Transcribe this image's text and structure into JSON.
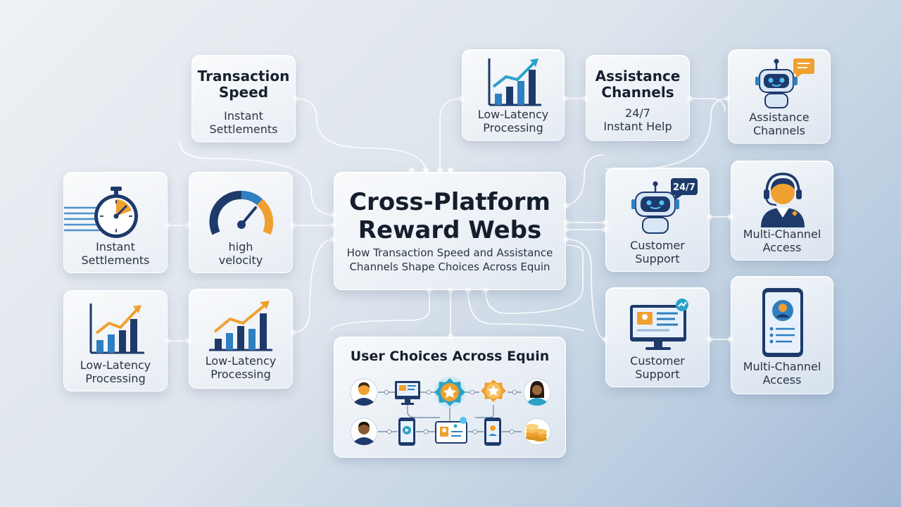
{
  "hub": {
    "title_line1": "Cross-Platform",
    "title_line2": "Reward Webs",
    "subtitle": "How Transaction Speed and Assistance Channels Shape Choices Across Equin"
  },
  "cards": {
    "transaction_speed": {
      "title_line1": "Transaction",
      "title_line2": "Speed",
      "text_line1": "Instant",
      "text_line2": "Settlements"
    },
    "instant_settlements": {
      "label_line1": "Instant",
      "label_line2": "Settlements",
      "icon": "stopwatch-icon"
    },
    "high_velocity": {
      "label_line1": "high",
      "label_line2": "velocity",
      "icon": "speedometer-icon"
    },
    "low_latency_left": {
      "label_line1": "Low-Latency",
      "label_line2": "Processing",
      "icon": "bar-chart-icon"
    },
    "low_latency_mid": {
      "label_line1": "Low-Latency",
      "label_line2": "Processing",
      "icon": "bar-chart-icon"
    },
    "low_latency_top": {
      "label_line1": "Low-Latency",
      "label_line2": "Processing",
      "icon": "bar-chart-icon"
    },
    "assistance_text": {
      "title_line1": "Assistance",
      "title_line2": "Channels",
      "text_line1": "24/7",
      "text_line2": "Instant Help"
    },
    "assistance_bot": {
      "label_line1": "Assistance",
      "label_line2": "Channels",
      "icon": "chatbot-icon"
    },
    "customer_support_bot": {
      "label_line1": "Customer",
      "label_line2": "Support",
      "badge": "24/7",
      "icon": "support-bot-icon"
    },
    "multi_channel_agent": {
      "label_line1": "Multi-Channel",
      "label_line2": "Access",
      "icon": "headset-agent-icon"
    },
    "customer_support_monitor": {
      "label_line1": "Customer",
      "label_line2": "Support",
      "icon": "monitor-icon"
    },
    "multi_channel_phone": {
      "label_line1": "Multi-Channel",
      "label_line2": "Access",
      "icon": "smartphone-icon"
    }
  },
  "choices": {
    "title": "User Choices Across Equin",
    "icons": [
      "user-avatar-icon",
      "monitor-icon",
      "star-badge-icon",
      "star-badge-icon",
      "user-avatar-icon",
      "user-avatar-icon",
      "smartphone-icon",
      "profile-card-icon",
      "smartphone-icon",
      "coins-icon"
    ]
  },
  "colors": {
    "navy": "#1d3a6b",
    "blue": "#2f7fc1",
    "orange": "#f0a030",
    "glow": "#8fd0ff"
  }
}
